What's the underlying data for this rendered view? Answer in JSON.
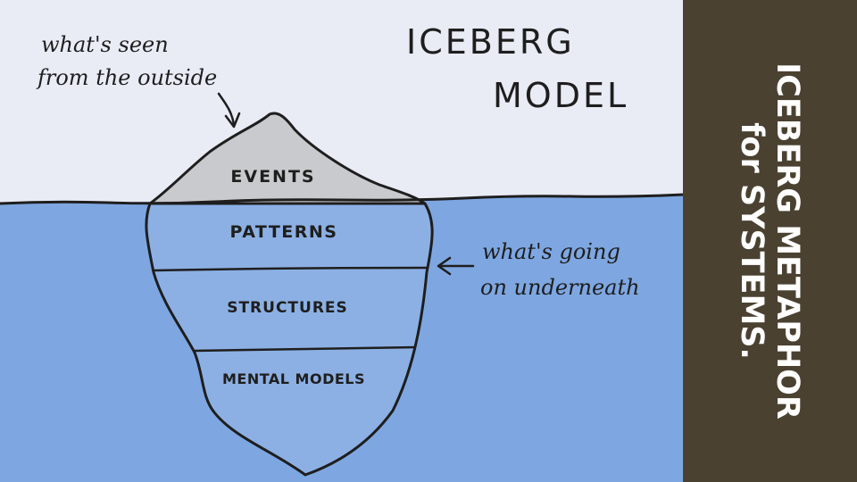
{
  "diagram": {
    "title_line1": "ICEBERG",
    "title_line2": "MODEL",
    "annotation_top_line1": "what's seen",
    "annotation_top_line2": "from the outside",
    "annotation_side_line1": "what's going",
    "annotation_side_line2": "on underneath",
    "layers": [
      "EVENTS",
      "PATTERNS",
      "STRUCTURES",
      "MENTAL MODELS"
    ]
  },
  "sidebar": {
    "title_line1": "ICEBERG METAPHOR",
    "title_line2": "for SYSTEMS."
  },
  "colors": {
    "sky": "#e9ebf5",
    "water": "#7ea7e1",
    "iceberg_tip": "#c8cacd",
    "ink": "#1e1e1e",
    "sidebar": "#4a4131"
  }
}
